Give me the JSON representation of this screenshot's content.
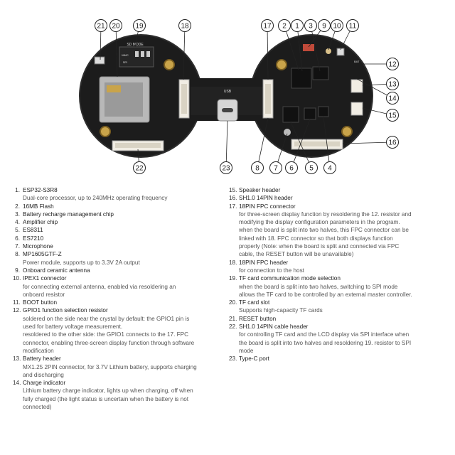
{
  "diagram": {
    "labels": [
      "21",
      "20",
      "19",
      "18",
      "17",
      "2",
      "1",
      "3",
      "9",
      "10",
      "11",
      "12",
      "13",
      "14",
      "15",
      "16",
      "22",
      "23",
      "8",
      "7",
      "6",
      "5",
      "4"
    ],
    "silkscreen": {
      "usb": "USB",
      "sdmode": "SD MODE",
      "mmc": "MMC",
      "spi": "SPI",
      "bat": "BAT"
    },
    "colors": {
      "board": "#1c1c1c",
      "ring": "#2e2e2e",
      "gold": "#c9a44a",
      "connector": "#f1ede4",
      "callout": "#222222"
    }
  },
  "legend": {
    "left": [
      {
        "num": "1.",
        "title": "ESP32-S3R8",
        "desc": [
          "Dual-core processor, up to 240MHz operating frequency"
        ]
      },
      {
        "num": "2.",
        "title": "16MB Flash",
        "desc": []
      },
      {
        "num": "3.",
        "title": "Battery recharge management chip",
        "desc": []
      },
      {
        "num": "4.",
        "title": "Amplifier chip",
        "desc": []
      },
      {
        "num": "5.",
        "title": "ES8311",
        "desc": []
      },
      {
        "num": "6.",
        "title": "ES7210",
        "desc": []
      },
      {
        "num": "7.",
        "title": "Microphone",
        "desc": []
      },
      {
        "num": "8.",
        "title": "MP1605GTF-Z",
        "desc": [
          "Power module, supports up to 3.3V 2A output"
        ]
      },
      {
        "num": "9.",
        "title": "Onboard ceramic antenna",
        "desc": []
      },
      {
        "num": "10.",
        "title": "IPEX1 connector",
        "desc": [
          "for connecting external antenna, enabled via resoldering an",
          "onboard resistor"
        ]
      },
      {
        "num": "11.",
        "title": "BOOT button",
        "desc": []
      },
      {
        "num": "12.",
        "title": "GPIO1 function selection resistor",
        "desc": [
          "soldered on the side near the crystal by default: the GPIO1 pin is",
          "used for battery voltage measurement.",
          "resoldered to the other side: the GPIO1 connects to the 17. FPC",
          "connector, enabling three-screen display function through software",
          "modification"
        ]
      },
      {
        "num": "13.",
        "title": "Battery header",
        "desc": [
          "MX1.25 2PIN connector, for 3.7V Lithium battery, supports charging",
          "and discharging"
        ]
      },
      {
        "num": "14.",
        "title": "Charge indicator",
        "desc": [
          "Lithium battery charge indicator, lights up when charging, off when",
          "fully charged (the light status is uncertain when the battery is not",
          "connected)"
        ]
      }
    ],
    "right": [
      {
        "num": "15.",
        "title": "Speaker header",
        "desc": []
      },
      {
        "num": "16.",
        "title": "SH1.0 14PIN header",
        "desc": []
      },
      {
        "num": "17.",
        "title": "18PIN FPC connector",
        "desc": [
          "for three-screen display function by resoldering the 12. resistor and",
          "modifying the display configuration parameters in the program.",
          "when the board is split into two halves, this FPC connector can be",
          "linked with 18. FPC connector so that both displays function",
          "properly (Note: when the board is split and connected via FPC",
          "cable, the RESET button will be unavailable)"
        ]
      },
      {
        "num": "18.",
        "title": "18PIN FPC header",
        "desc": [
          "for connection to the host"
        ]
      },
      {
        "num": "19.",
        "title": "TF card communication mode selection",
        "desc": [
          "when the board is split into two halves, switching to SPI mode",
          "allows the TF card to be controlled by an external master controller."
        ]
      },
      {
        "num": "20.",
        "title": "TF card slot",
        "desc": [
          "Supports high-capacity TF cards"
        ]
      },
      {
        "num": "21.",
        "title": "RESET button",
        "desc": []
      },
      {
        "num": "22.",
        "title": "SH1.0 14PIN cable header",
        "desc": [
          "for controlling TF card and the LCD display via SPI interface when",
          "the board is split into two halves and resoldering 19. resistor to SPI",
          "mode"
        ]
      },
      {
        "num": "23.",
        "title": "Type-C port",
        "desc": []
      }
    ]
  }
}
